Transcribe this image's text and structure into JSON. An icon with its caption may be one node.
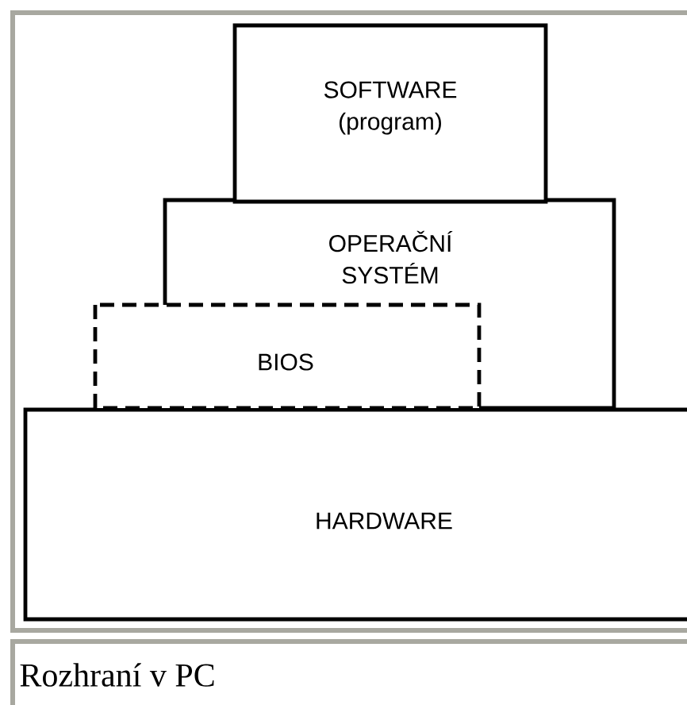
{
  "diagram": {
    "caption": "Rozhraní v PC",
    "nodes": [
      {
        "text": [
          "SOFTWARE (program)"
        ]
      },
      {
        "text": [
          "OPERAČNÍ SYSTÉM"
        ]
      },
      {
        "text": [
          "BIOS"
        ]
      },
      {
        "text": [
          "HARDWARE"
        ]
      }
    ]
  }
}
